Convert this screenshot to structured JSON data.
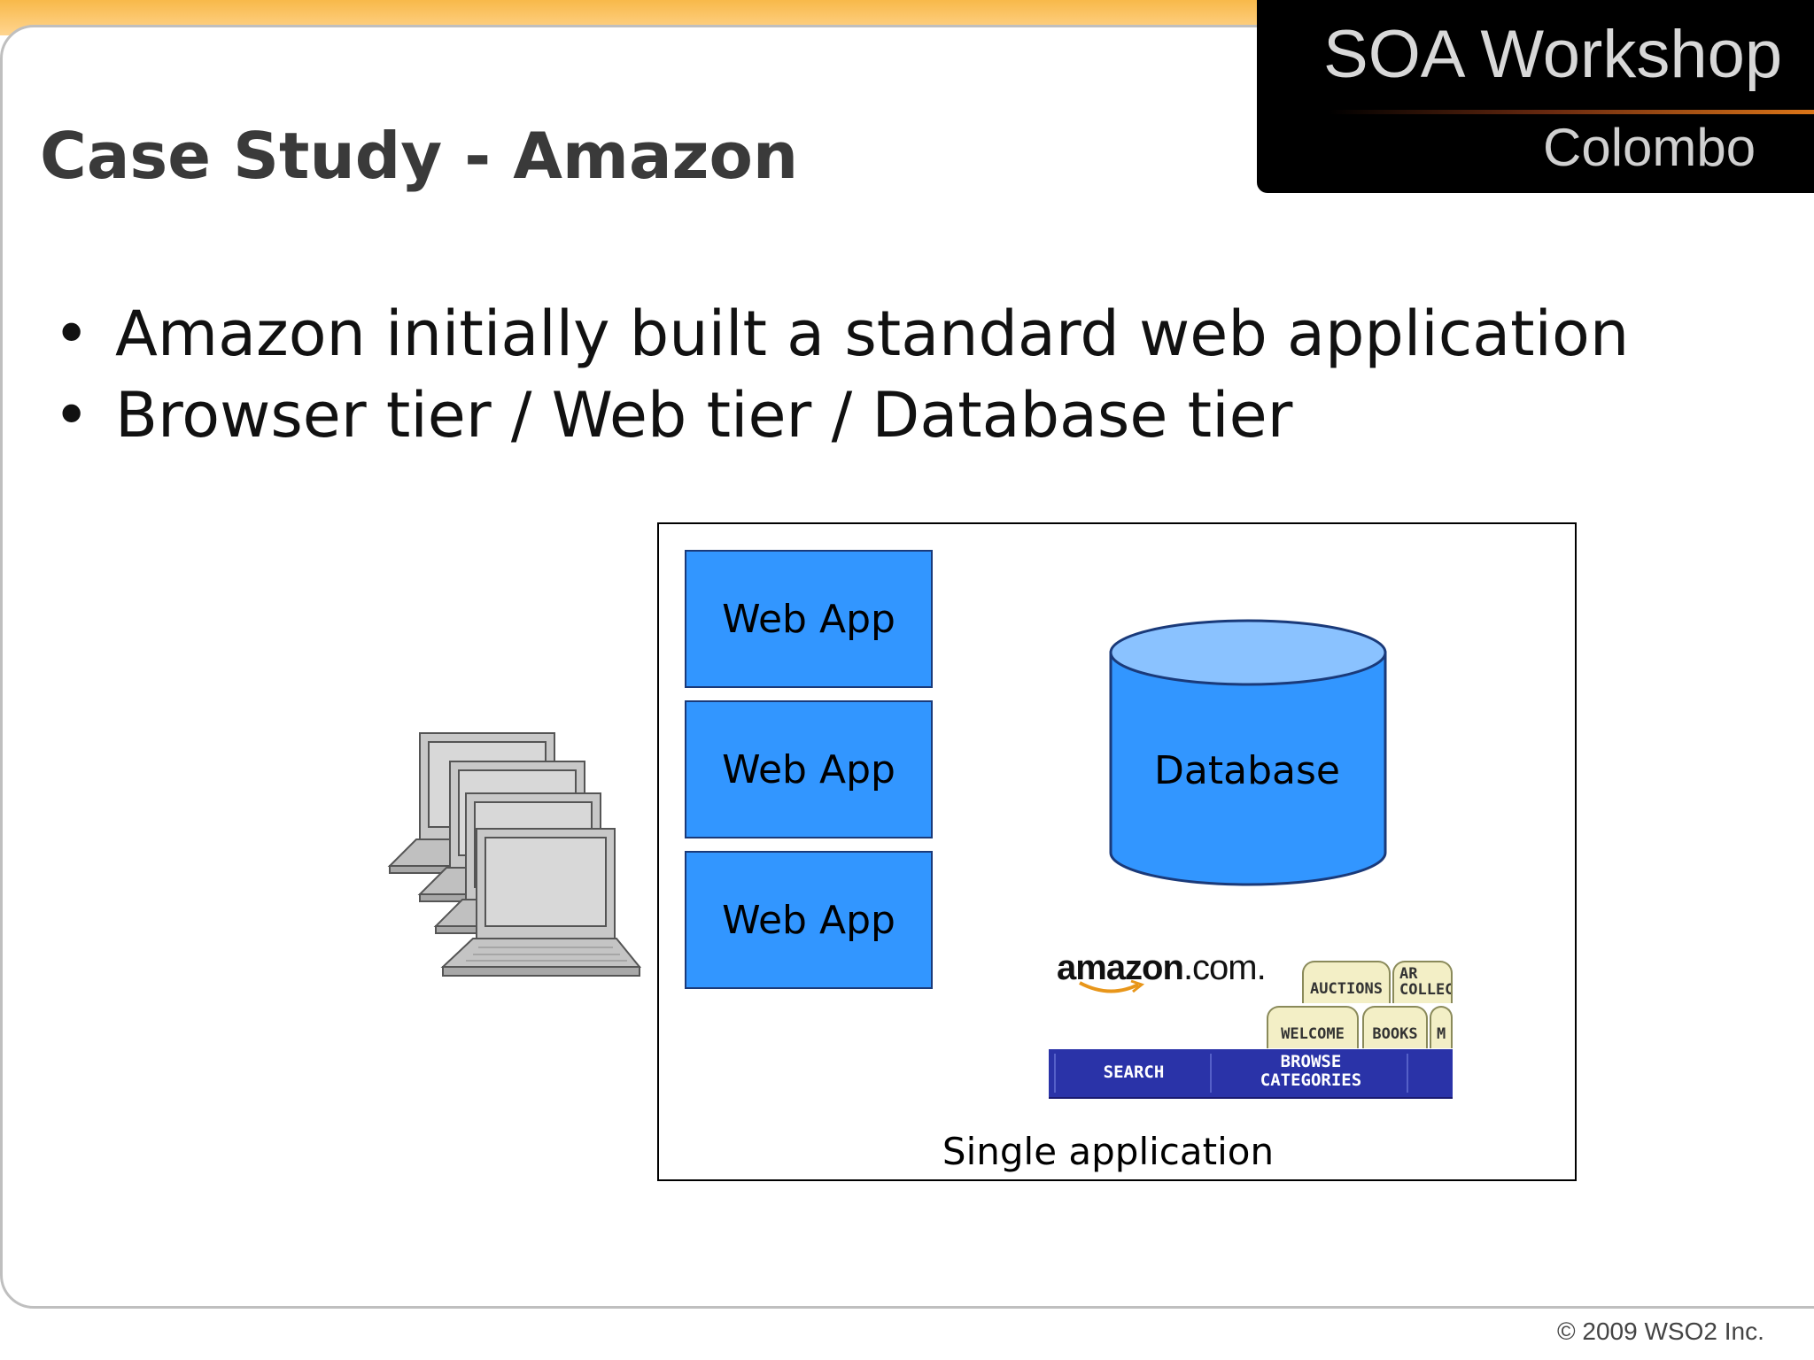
{
  "logo": {
    "title": "SOA Workshop",
    "subtitle": "Colombo"
  },
  "slide": {
    "title": "Case Study - Amazon",
    "bullets": [
      "Amazon initially built a standard web application",
      "Browser tier / Web tier / Database tier"
    ]
  },
  "diagram": {
    "web_apps": [
      "Web App",
      "Web App",
      "Web App"
    ],
    "database_label": "Database",
    "caption": "Single application",
    "clients_icon": "laptop-stack-icon"
  },
  "amazon_screenshot": {
    "logo_bold": "amazon",
    "logo_thin": ".com.",
    "tabs_top": [
      "AUCTIONS",
      "AR COLLEC"
    ],
    "tabs_bottom": [
      "WELCOME",
      "BOOKS",
      "M"
    ],
    "bar_search": "SEARCH",
    "bar_browse": "BROWSE CATEGORIES"
  },
  "footer": {
    "copyright": "© 2009 WSO2 Inc."
  },
  "colors": {
    "accent_orange": "#f8b94a",
    "box_blue": "#3296ff",
    "db_top": "#8ac2ff",
    "amazon_bar": "#2a33a8"
  }
}
